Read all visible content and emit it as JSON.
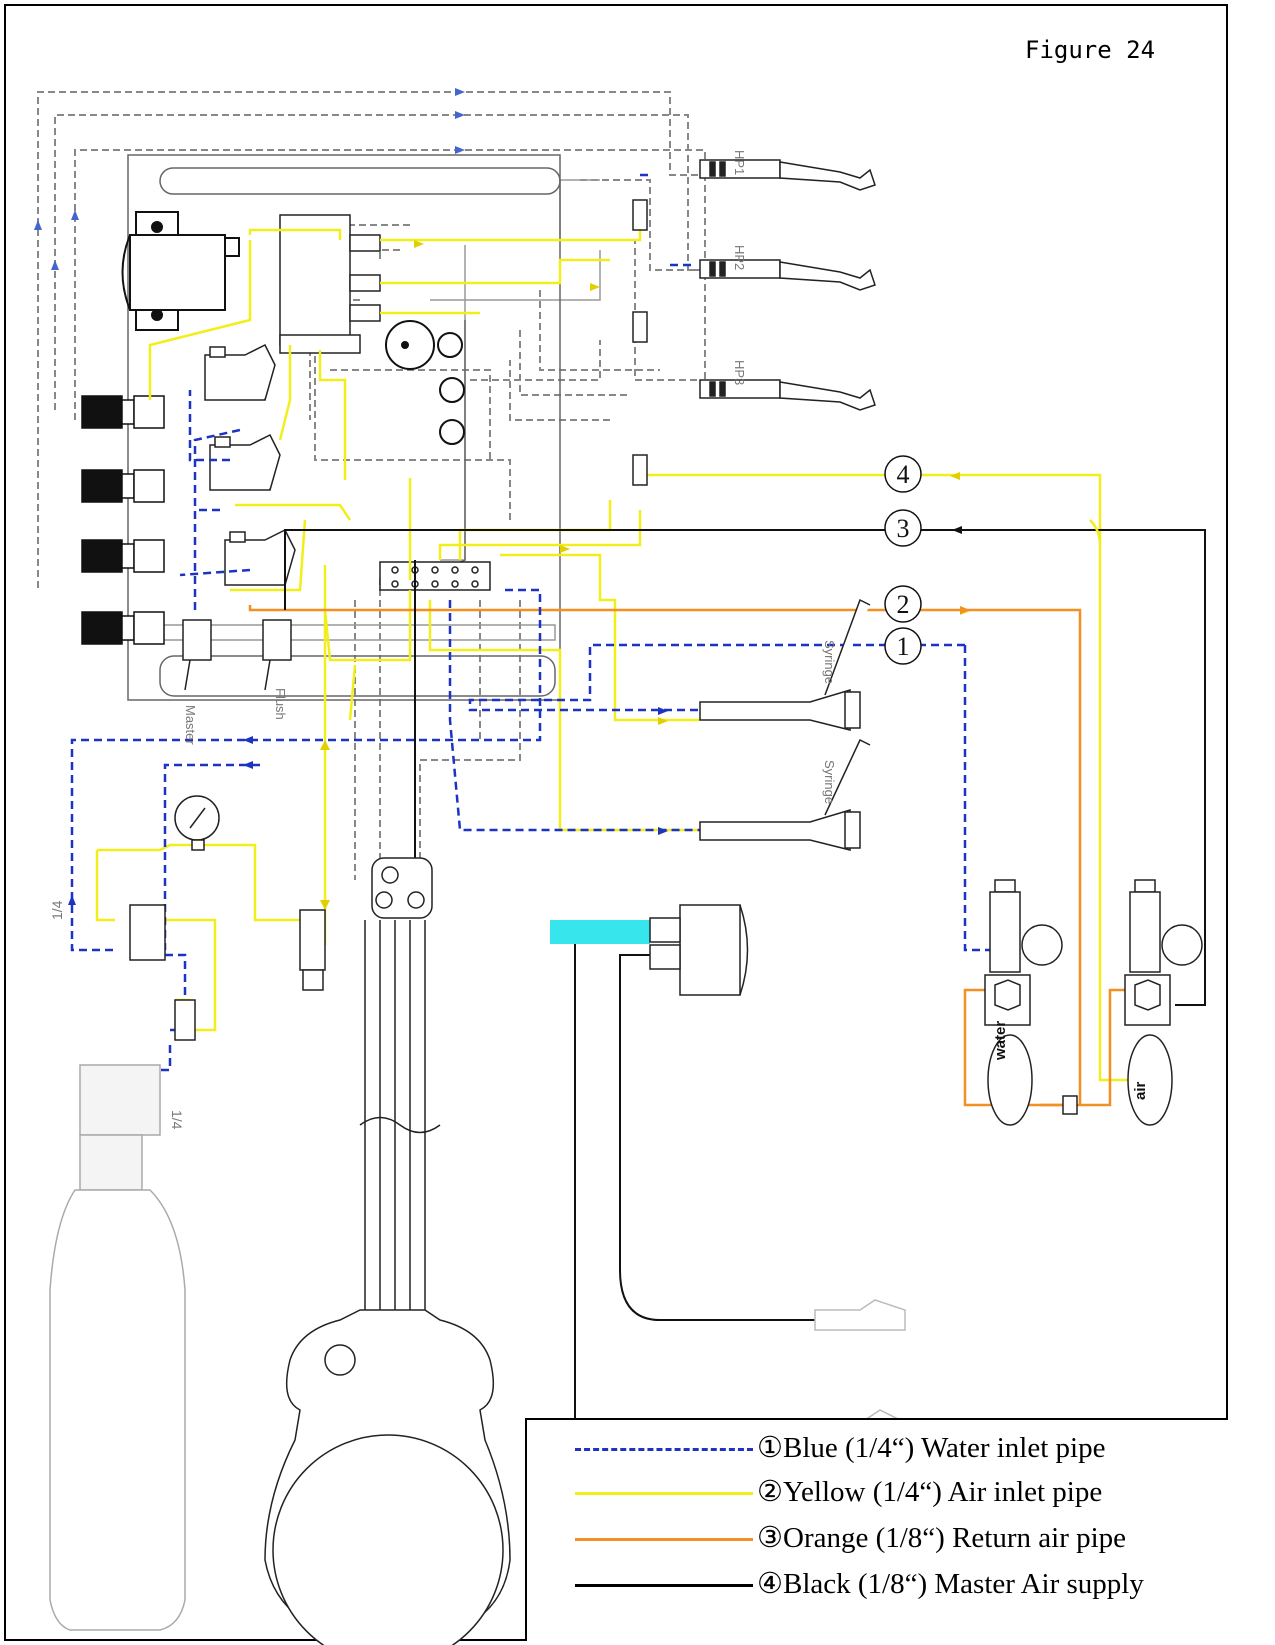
{
  "figure_title": "Figure  24",
  "handpieces": [
    "HP1",
    "HP2",
    "HP3"
  ],
  "line_markers": [
    "4",
    "3",
    "2",
    "1"
  ],
  "labels": {
    "syringe": "Syringe",
    "master": "Master",
    "flush": "Flush",
    "water": "water",
    "air": "air",
    "quarter_inch": "1/4"
  },
  "legend": [
    {
      "text": "①Blue (1/4“) Water inlet pipe",
      "color": "#1c33c4",
      "style": "dashed"
    },
    {
      "text": "②Yellow (1/4“) Air inlet pipe",
      "color": "#f2ee1a",
      "style": "solid"
    },
    {
      "text": "③Orange (1/8“) Return air pipe",
      "color": "#f39022",
      "style": "solid"
    },
    {
      "text": "④Black  (1/8“) Master Air supply",
      "color": "#000000",
      "style": "solid"
    }
  ],
  "colors": {
    "water": "#1c33c4",
    "air": "#f2ee1a",
    "return": "#f39022",
    "master": "#000000",
    "gray": "#777777",
    "cyan": "#37e6ec"
  }
}
